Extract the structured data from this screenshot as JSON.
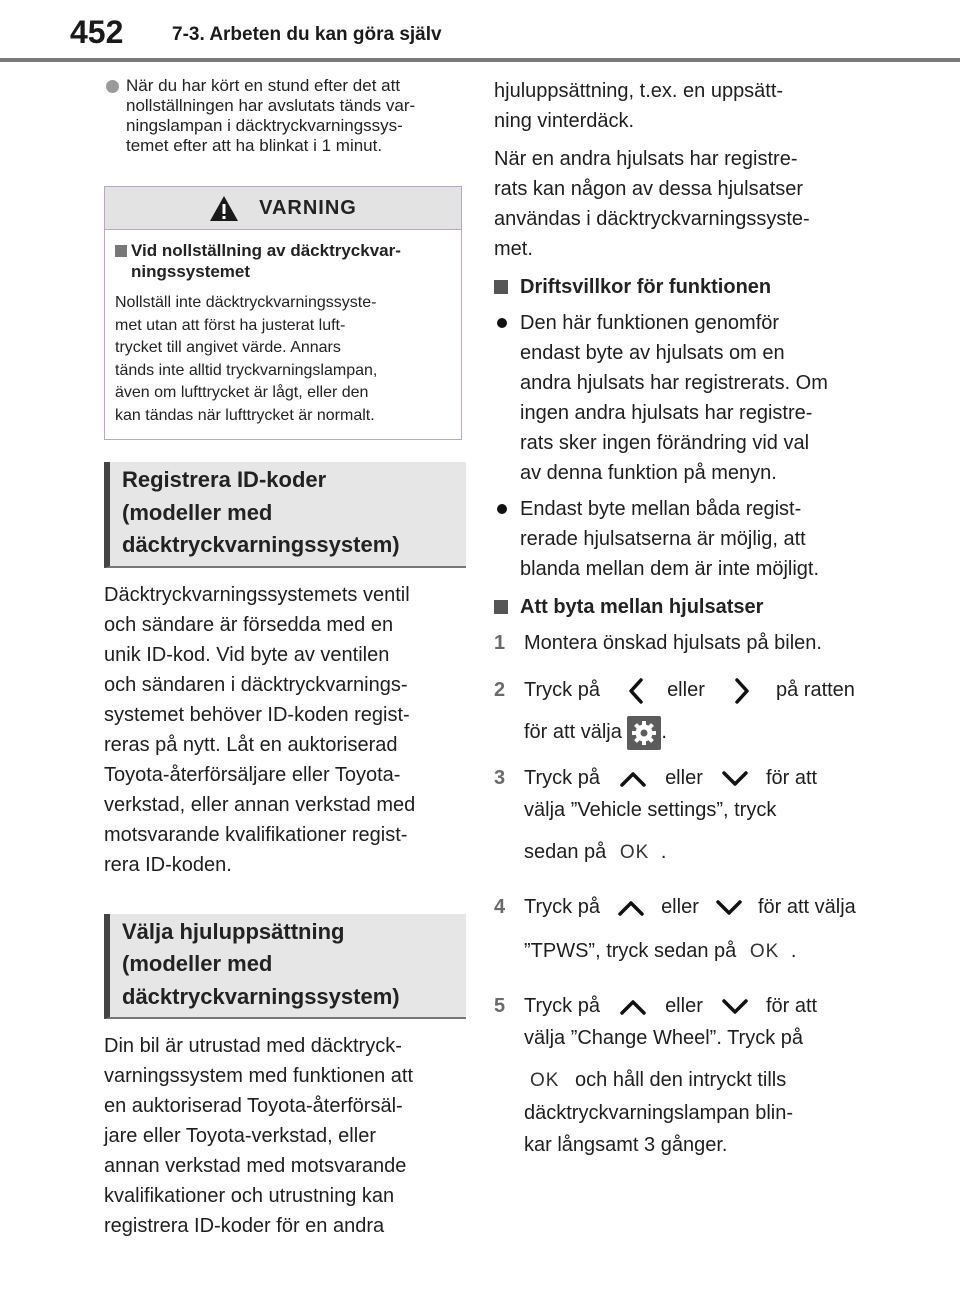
{
  "header": {
    "page_number": "452",
    "section_title": "7-3. Arbeten du kan göra själv"
  },
  "left": {
    "note": [
      "När du har kört en stund efter det att",
      "nollställningen har avslutats tänds var-",
      "ningslampan i däcktryckvarningssys-",
      "temet efter att ha blinkat i 1 minut."
    ],
    "warning": {
      "label": "VARNING",
      "subheading": [
        "Vid nollställning av däcktryckvar-",
        "ningssystemet"
      ],
      "text": [
        "Nollställ inte däcktryckvarningssyste-",
        "met utan att först ha justerat luft-",
        "trycket till angivet värde. Annars",
        "tänds inte alltid tryckvarningslampan,",
        "även om lufttrycket är lågt, eller den",
        "kan tändas när lufttrycket är normalt."
      ]
    },
    "heading1": [
      "Registrera ID-koder",
      "(modeller med",
      "däcktryckvarningssystem)"
    ],
    "para1": [
      "Däcktryckvarningssystemets ventil",
      "och sändare är försedda med en",
      "unik ID-kod. Vid byte av ventilen",
      "och sändaren i däcktryckvarnings-",
      "systemet behöver ID-koden regist-",
      "reras på nytt. Låt en auktoriserad",
      "Toyota-återförsäljare eller Toyota-",
      "verkstad, eller annan verkstad med",
      "motsvarande kvalifikationer regist-",
      "rera ID-koden."
    ],
    "heading2": [
      "Välja hjuluppsättning",
      "(modeller med",
      "däcktryckvarningssystem)"
    ],
    "para2": [
      "Din bil är utrustad med däcktryck-",
      "varningssystem med funktionen att",
      "en auktoriserad Toyota-återförsäl-",
      "jare eller Toyota-verkstad, eller",
      "annan verkstad med motsvarande",
      "kvalifikationer och utrustning kan",
      "registrera ID-koder för en andra"
    ]
  },
  "right": {
    "para_cont": [
      "hjuluppsättning, t.ex. en uppsätt-",
      "ning vinterdäck."
    ],
    "para3": [
      "När en andra hjulsats har registre-",
      "rats kan någon av dessa hjulsatser",
      "användas i däcktryckvarningssyste-",
      "met."
    ],
    "sub1": "Driftsvillkor för funktionen",
    "bullet1": [
      "Den här funktionen genomför",
      "endast byte av hjulsats om en",
      "andra hjulsats har registrerats. Om",
      "ingen andra hjulsats har registre-",
      "rats sker ingen förändring vid val",
      "av denna funktion på menyn."
    ],
    "bullet2": [
      "Endast byte mellan båda regist-",
      "rerade hjulsatserna är möjlig, att",
      "blanda mellan dem är inte möjligt."
    ],
    "sub2": "Att byta mellan hjulsatser",
    "steps": {
      "s1": {
        "num": "1",
        "text": "Montera önskad hjulsats på bilen."
      },
      "s2": {
        "num": "2",
        "a": "Tryck på",
        "b": "eller",
        "c": "på ratten",
        "d": "för att välja",
        "e": "."
      },
      "s3": {
        "num": "3",
        "a": "Tryck på",
        "b": "eller",
        "c": "för att",
        "d": "välja ”Vehicle settings”, tryck",
        "e": "sedan på",
        "f": "."
      },
      "s4": {
        "num": "4",
        "a": "Tryck på",
        "b": "eller",
        "c": "för att välja",
        "d": "”TPWS”, tryck sedan på",
        "e": "."
      },
      "s5": {
        "num": "5",
        "a": "Tryck på",
        "b": "eller",
        "c": "för att",
        "d": "välja ”Change Wheel”. Tryck på",
        "e": "och håll den intryckt tills",
        "f": "däcktryckvarningslampan blin-",
        "g": "kar långsamt 3 gånger."
      }
    },
    "ok_glyph": "OK"
  }
}
